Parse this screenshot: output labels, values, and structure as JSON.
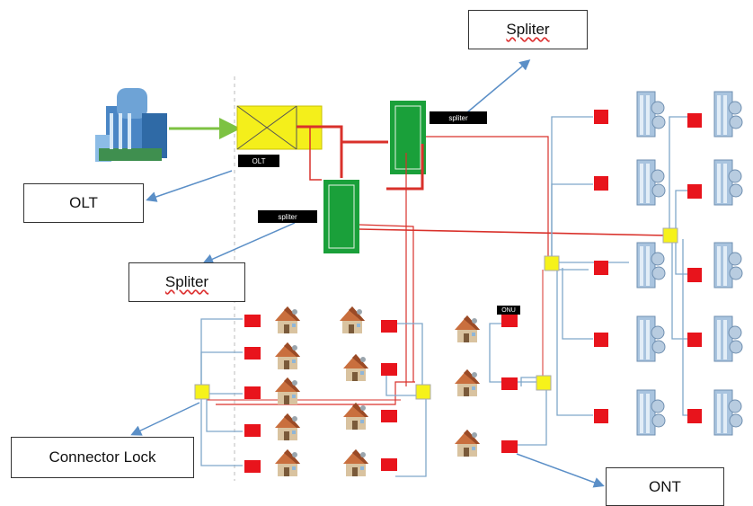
{
  "callouts": {
    "spliter_top": "Spliter",
    "olt": "OLT",
    "spliter_left": "Spliter",
    "connector_lock": "Connector Lock",
    "ont": "ONT"
  },
  "tags": {
    "olt": "OLT",
    "spliter_a": "spliter",
    "spliter_b": "spliter",
    "onu": "ONU"
  },
  "colors": {
    "fiber_main": "#d9312b",
    "fiber_drop": "#7fa7c9",
    "olt_box": "#f4ef1b",
    "splitter_box": "#1aa03a",
    "ont_box": "#e8141c",
    "connector": "#f6f21a",
    "uplink": "#7dc242",
    "pointer": "#5b8fc7"
  }
}
